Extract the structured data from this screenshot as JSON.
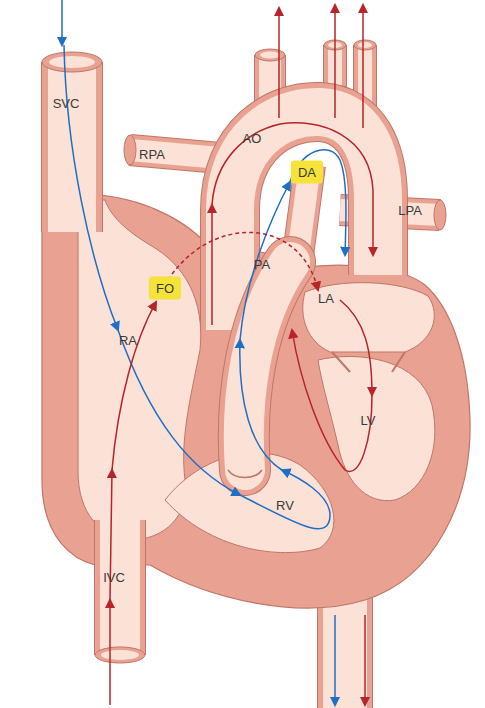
{
  "diagram": {
    "nodes": [
      {
        "text": [
          "DA"
        ]
      },
      {
        "text": [
          "FO"
        ]
      }
    ],
    "labels": [
      "SVC",
      "AO",
      "RPA",
      "LPA",
      "PA",
      "LA",
      "RA",
      "LV",
      "RV",
      "IVC"
    ]
  }
}
